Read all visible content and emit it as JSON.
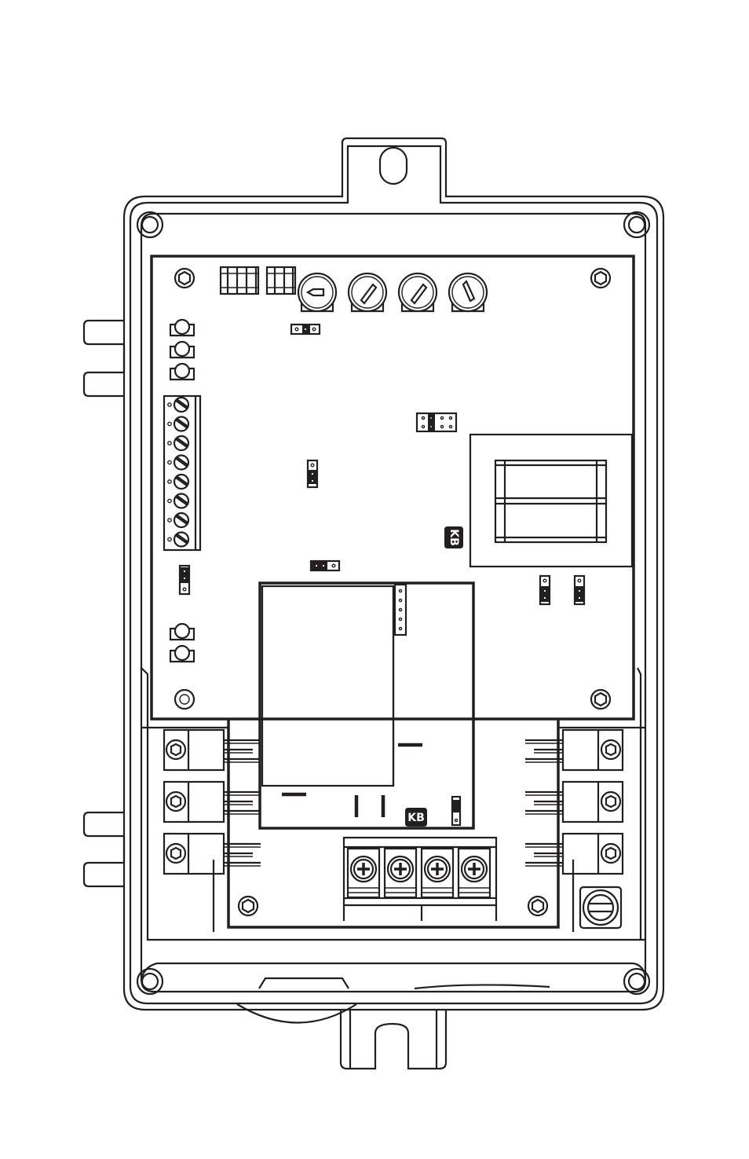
{
  "diagram": {
    "subject": "drive-enclosure-board-layout",
    "logos": [
      {
        "name": "kb-logo-board",
        "text": "KB"
      },
      {
        "name": "kb-logo-module",
        "text": "KB"
      }
    ],
    "counts": {
      "trim_pots": 4,
      "leds": 5,
      "terminal_screws_signal": 8,
      "terminal_screws_power": 4,
      "jumpers": 8,
      "power_transistors": 6
    },
    "colors": {
      "line": "#231f20",
      "background": "#ffffff"
    }
  }
}
